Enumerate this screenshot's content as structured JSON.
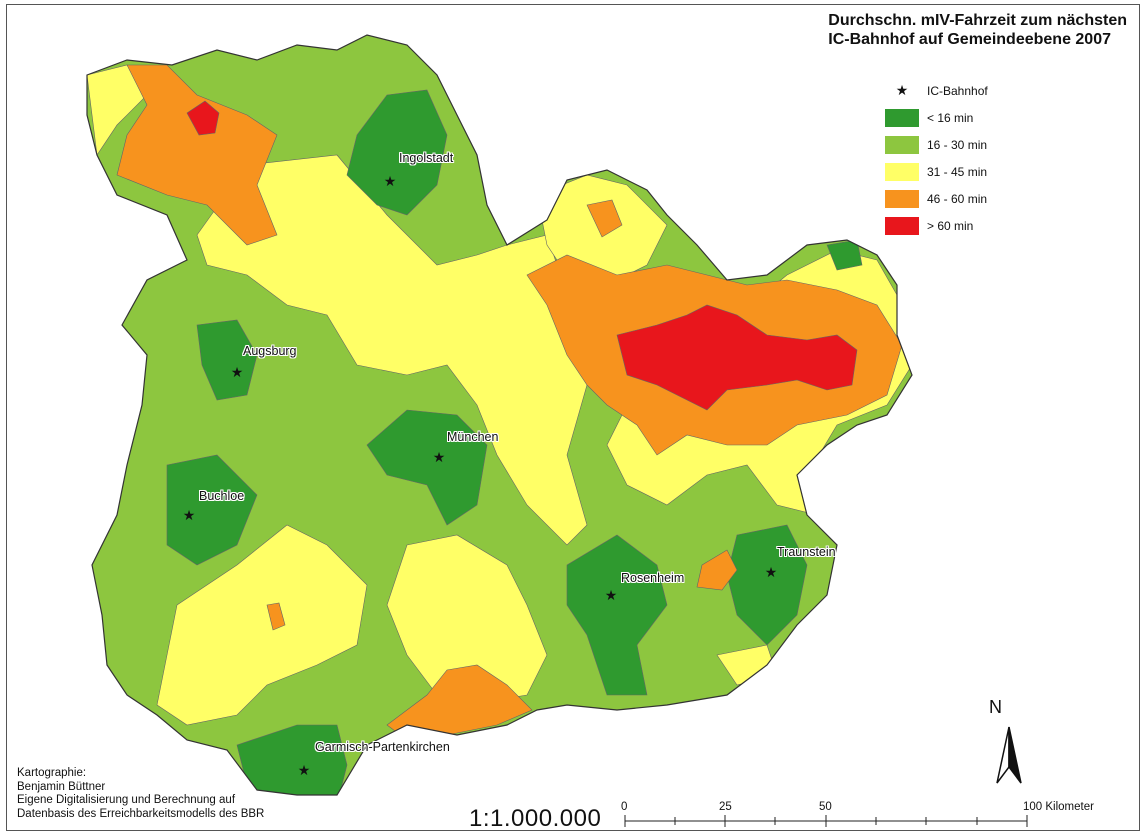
{
  "title": {
    "line1": "Durchschn. mIV-Fahrzeit zum nächsten",
    "line2": "IC-Bahnhof auf Gemeindeebene 2007"
  },
  "legend": {
    "star_label": "IC-Bahnhof",
    "classes": [
      {
        "label": "< 16 min",
        "color": "#2f9a2f"
      },
      {
        "label": "16 - 30 min",
        "color": "#8dc63f"
      },
      {
        "label": "31 - 45 min",
        "color": "#ffff66"
      },
      {
        "label": "46 - 60 min",
        "color": "#f7931e"
      },
      {
        "label": "> 60 min",
        "color": "#e8161c"
      }
    ]
  },
  "cities": [
    {
      "name": "Ingolstadt"
    },
    {
      "name": "Augsburg"
    },
    {
      "name": "München"
    },
    {
      "name": "Buchloe"
    },
    {
      "name": "Rosenheim"
    },
    {
      "name": "Traunstein"
    },
    {
      "name": "Garmisch-Partenkirchen"
    }
  ],
  "credits": {
    "line1": "Kartographie:",
    "line2": "Benjamin Büttner",
    "line3": "Eigene Digitalisierung und Berechnung auf",
    "line4": "Datenbasis des Erreichbarkeitsmodells des BBR"
  },
  "scale": {
    "ratio": "1:1.000.000",
    "ticks": [
      "0",
      "25",
      "50",
      "100 Kilometer"
    ]
  },
  "north_label": "N"
}
